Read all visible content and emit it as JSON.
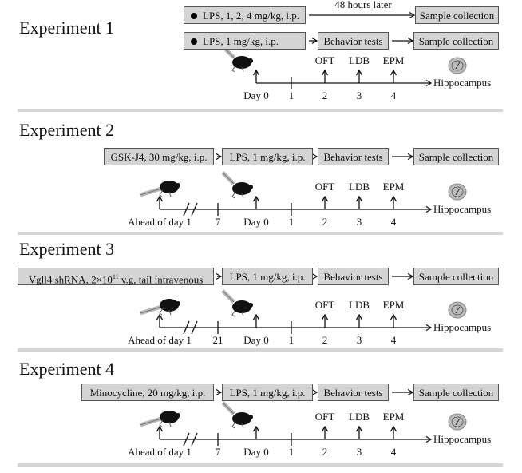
{
  "experiments": [
    {
      "title": "Experiment 1",
      "rows": [
        {
          "boxes": [
            {
              "text": "LPS, 1, 2, 4 mg/kg, i.p.",
              "bullet": true
            },
            {
              "text": "Sample collection"
            }
          ],
          "arrow_label": "48 hours later"
        },
        {
          "boxes": [
            {
              "text": "LPS, 1 mg/kg, i.p.",
              "bullet": true
            },
            {
              "text": "Behavior tests"
            },
            {
              "text": "Sample collection"
            }
          ]
        }
      ],
      "timeline": {
        "start_label": "",
        "ticks": [
          {
            "label": "Day 0",
            "arrow": true,
            "mouse": true
          },
          {
            "label": "1"
          },
          {
            "label": "2",
            "test": "OFT"
          },
          {
            "label": "3",
            "test": "LDB"
          },
          {
            "label": "4",
            "test": "EPM"
          }
        ],
        "end_label": "Hippocampus"
      }
    },
    {
      "title": "Experiment 2",
      "rows": [
        {
          "boxes": [
            {
              "text": "GSK-J4, 30 mg/kg, i.p."
            },
            {
              "text": "LPS, 1 mg/kg, i.p."
            },
            {
              "text": "Behavior tests"
            },
            {
              "text": "Sample collection"
            }
          ]
        }
      ],
      "timeline": {
        "start_label": "Ahead of day 1",
        "ticks": [
          {
            "label": "7"
          },
          {
            "label": "Day 0",
            "arrow": true,
            "mouse": true
          },
          {
            "label": "1"
          },
          {
            "label": "2",
            "test": "OFT"
          },
          {
            "label": "3",
            "test": "LDB"
          },
          {
            "label": "4",
            "test": "EPM"
          }
        ],
        "end_label": "Hippocampus"
      }
    },
    {
      "title": "Experiment 3",
      "rows": [
        {
          "boxes": [
            {
              "text": "Vgll4 shRNA, 2×10",
              "sup": "11",
              "text2": " v.g, tail intravenous"
            },
            {
              "text": "LPS, 1 mg/kg, i.p."
            },
            {
              "text": "Behavior tests"
            },
            {
              "text": "Sample collection"
            }
          ]
        }
      ],
      "timeline": {
        "start_label": "Ahead of day 1",
        "ticks": [
          {
            "label": "21"
          },
          {
            "label": "Day 0",
            "arrow": true,
            "mouse": true
          },
          {
            "label": "1"
          },
          {
            "label": "2",
            "test": "OFT"
          },
          {
            "label": "3",
            "test": "LDB"
          },
          {
            "label": "4",
            "test": "EPM"
          }
        ],
        "end_label": "Hippocampus"
      }
    },
    {
      "title": "Experiment 4",
      "rows": [
        {
          "boxes": [
            {
              "text": "Minocycline, 20 mg/kg, i.p."
            },
            {
              "text": "LPS, 1 mg/kg, i.p."
            },
            {
              "text": "Behavior tests"
            },
            {
              "text": "Sample collection"
            }
          ]
        }
      ],
      "timeline": {
        "start_label": "Ahead of day 1",
        "ticks": [
          {
            "label": "7"
          },
          {
            "label": "Day 0",
            "arrow": true,
            "mouse": true
          },
          {
            "label": "1"
          },
          {
            "label": "2",
            "test": "OFT"
          },
          {
            "label": "3",
            "test": "LDB"
          },
          {
            "label": "4",
            "test": "EPM"
          }
        ],
        "end_label": "Hippocampus"
      }
    }
  ]
}
